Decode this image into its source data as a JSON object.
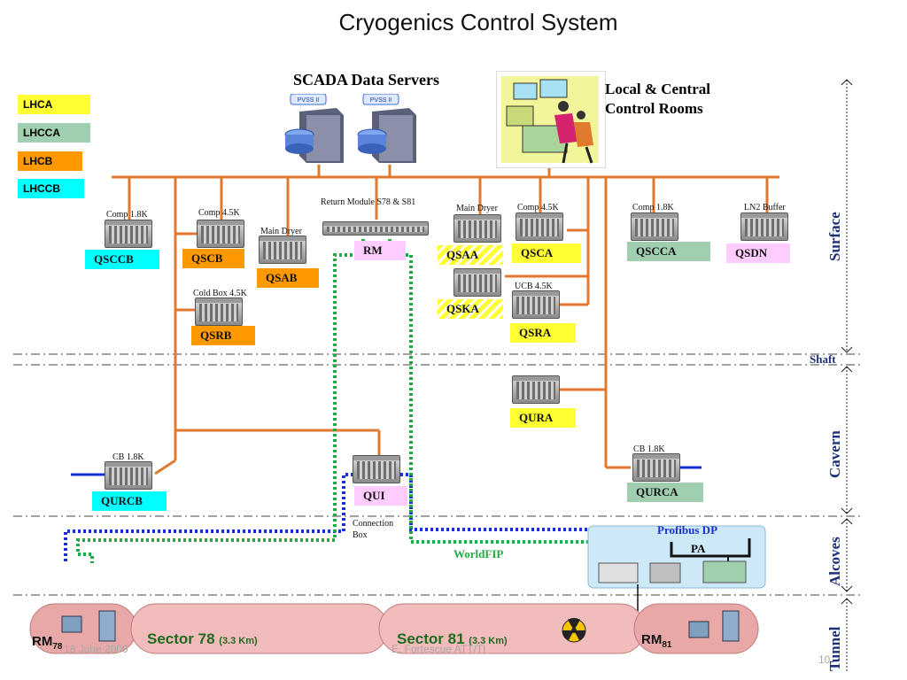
{
  "title": "Cryogenics Control System",
  "scada": {
    "label": "SCADA Data Servers",
    "server_logo": "PVSS II"
  },
  "control_rooms": {
    "line1": "Local & Central",
    "line2": "Control Rooms"
  },
  "legend": [
    {
      "label": "LHCA",
      "color": "#ffff33"
    },
    {
      "label": "LHCCA",
      "color": "#9fcfae"
    },
    {
      "label": "LHCB",
      "color": "#ff9900"
    },
    {
      "label": "LHCCB",
      "color": "#00ffff"
    }
  ],
  "devices": {
    "comp18k_left": "Comp 1.8K",
    "comp45k_left": "Comp 4.5K",
    "main_dryer_left": "Main Dryer",
    "cold_box": "Cold Box 4.5K",
    "return_module": "Return Module S78 & S81",
    "main_dryer_right": "Main Dryer",
    "comp45k_right": "Comp 4.5K",
    "comp18k_right": "Comp 1.8K",
    "ln2_buffer": "LN2 Buffer",
    "ucb": "UCB 4.5K",
    "cb_left": "CB 1.8K",
    "cb_right": "CB 1.8K",
    "connection_box": "Connection Box"
  },
  "tags": {
    "qsccb": "QSCCB",
    "qscb": "QSCB",
    "qsab": "QSAB",
    "qsrb": "QSRB",
    "rm": "RM",
    "qsaa": "QSAA",
    "qsca": "QSCA",
    "qscca": "QSCCA",
    "qsdn": "QSDN",
    "qska": "QSKA",
    "qsra": "QSRA",
    "qura": "QURA",
    "qurcb": "QURCB",
    "qui": "QUI",
    "qurca": "QURCA"
  },
  "networks": {
    "profibus": "Profibus DP",
    "pa": "PA",
    "worldfip": "WorldFIP"
  },
  "zones": {
    "surface": "Surface",
    "shaft": "Shaft",
    "cavern": "Cavern",
    "alcoves": "Alcoves",
    "tunnel": "Tunnel"
  },
  "sectors": {
    "s78_name": "Sector 78",
    "s78_len": "(3.3 Km)",
    "s81_name": "Sector 81",
    "s81_len": "(3.3 Km)",
    "rm78": "RM",
    "rm78_sub": "78",
    "rm81": "RM",
    "rm81_sub": "81"
  },
  "footer": {
    "date": "18 June 2009",
    "author": "E. Fortescue ATT/TI",
    "page": "10"
  },
  "colors": {
    "bus": "#e07a2e",
    "worldfip": "#22aa44",
    "profibus": "#1a2fd0",
    "zone_text": "#1e2f7a"
  }
}
